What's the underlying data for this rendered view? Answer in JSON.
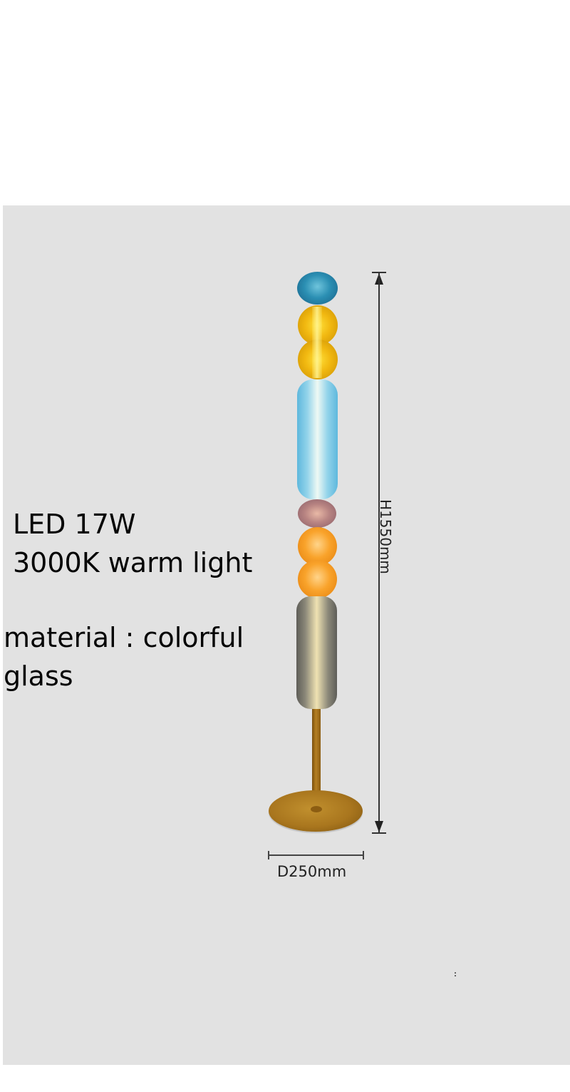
{
  "product": {
    "type": "floor lamp dimension diagram",
    "specs": {
      "power": "LED 17W",
      "color_temp": "3000K warm light",
      "material_line1": "material : colorful",
      "material_line2": "glass"
    },
    "dimensions": {
      "height_label": "H1550mm",
      "diameter_label": "D250mm"
    },
    "segments": [
      {
        "name": "blue-round",
        "color": "#2b8fb3"
      },
      {
        "name": "yellow-double",
        "color": "#f1b810"
      },
      {
        "name": "light-blue-cylinder",
        "color": "#92d3ea"
      },
      {
        "name": "mauve-round",
        "color": "#b88482"
      },
      {
        "name": "orange-double",
        "color": "#f9a32b"
      },
      {
        "name": "smoke-gray-cylinder",
        "color": "#8b8879"
      },
      {
        "name": "gold-stem",
        "color": "#b57f22"
      },
      {
        "name": "gold-base",
        "color": "#a9761e"
      }
    ]
  },
  "colors": {
    "page_background": "#ffffff",
    "panel_background": "#e2e2e2",
    "text": "#050505"
  }
}
